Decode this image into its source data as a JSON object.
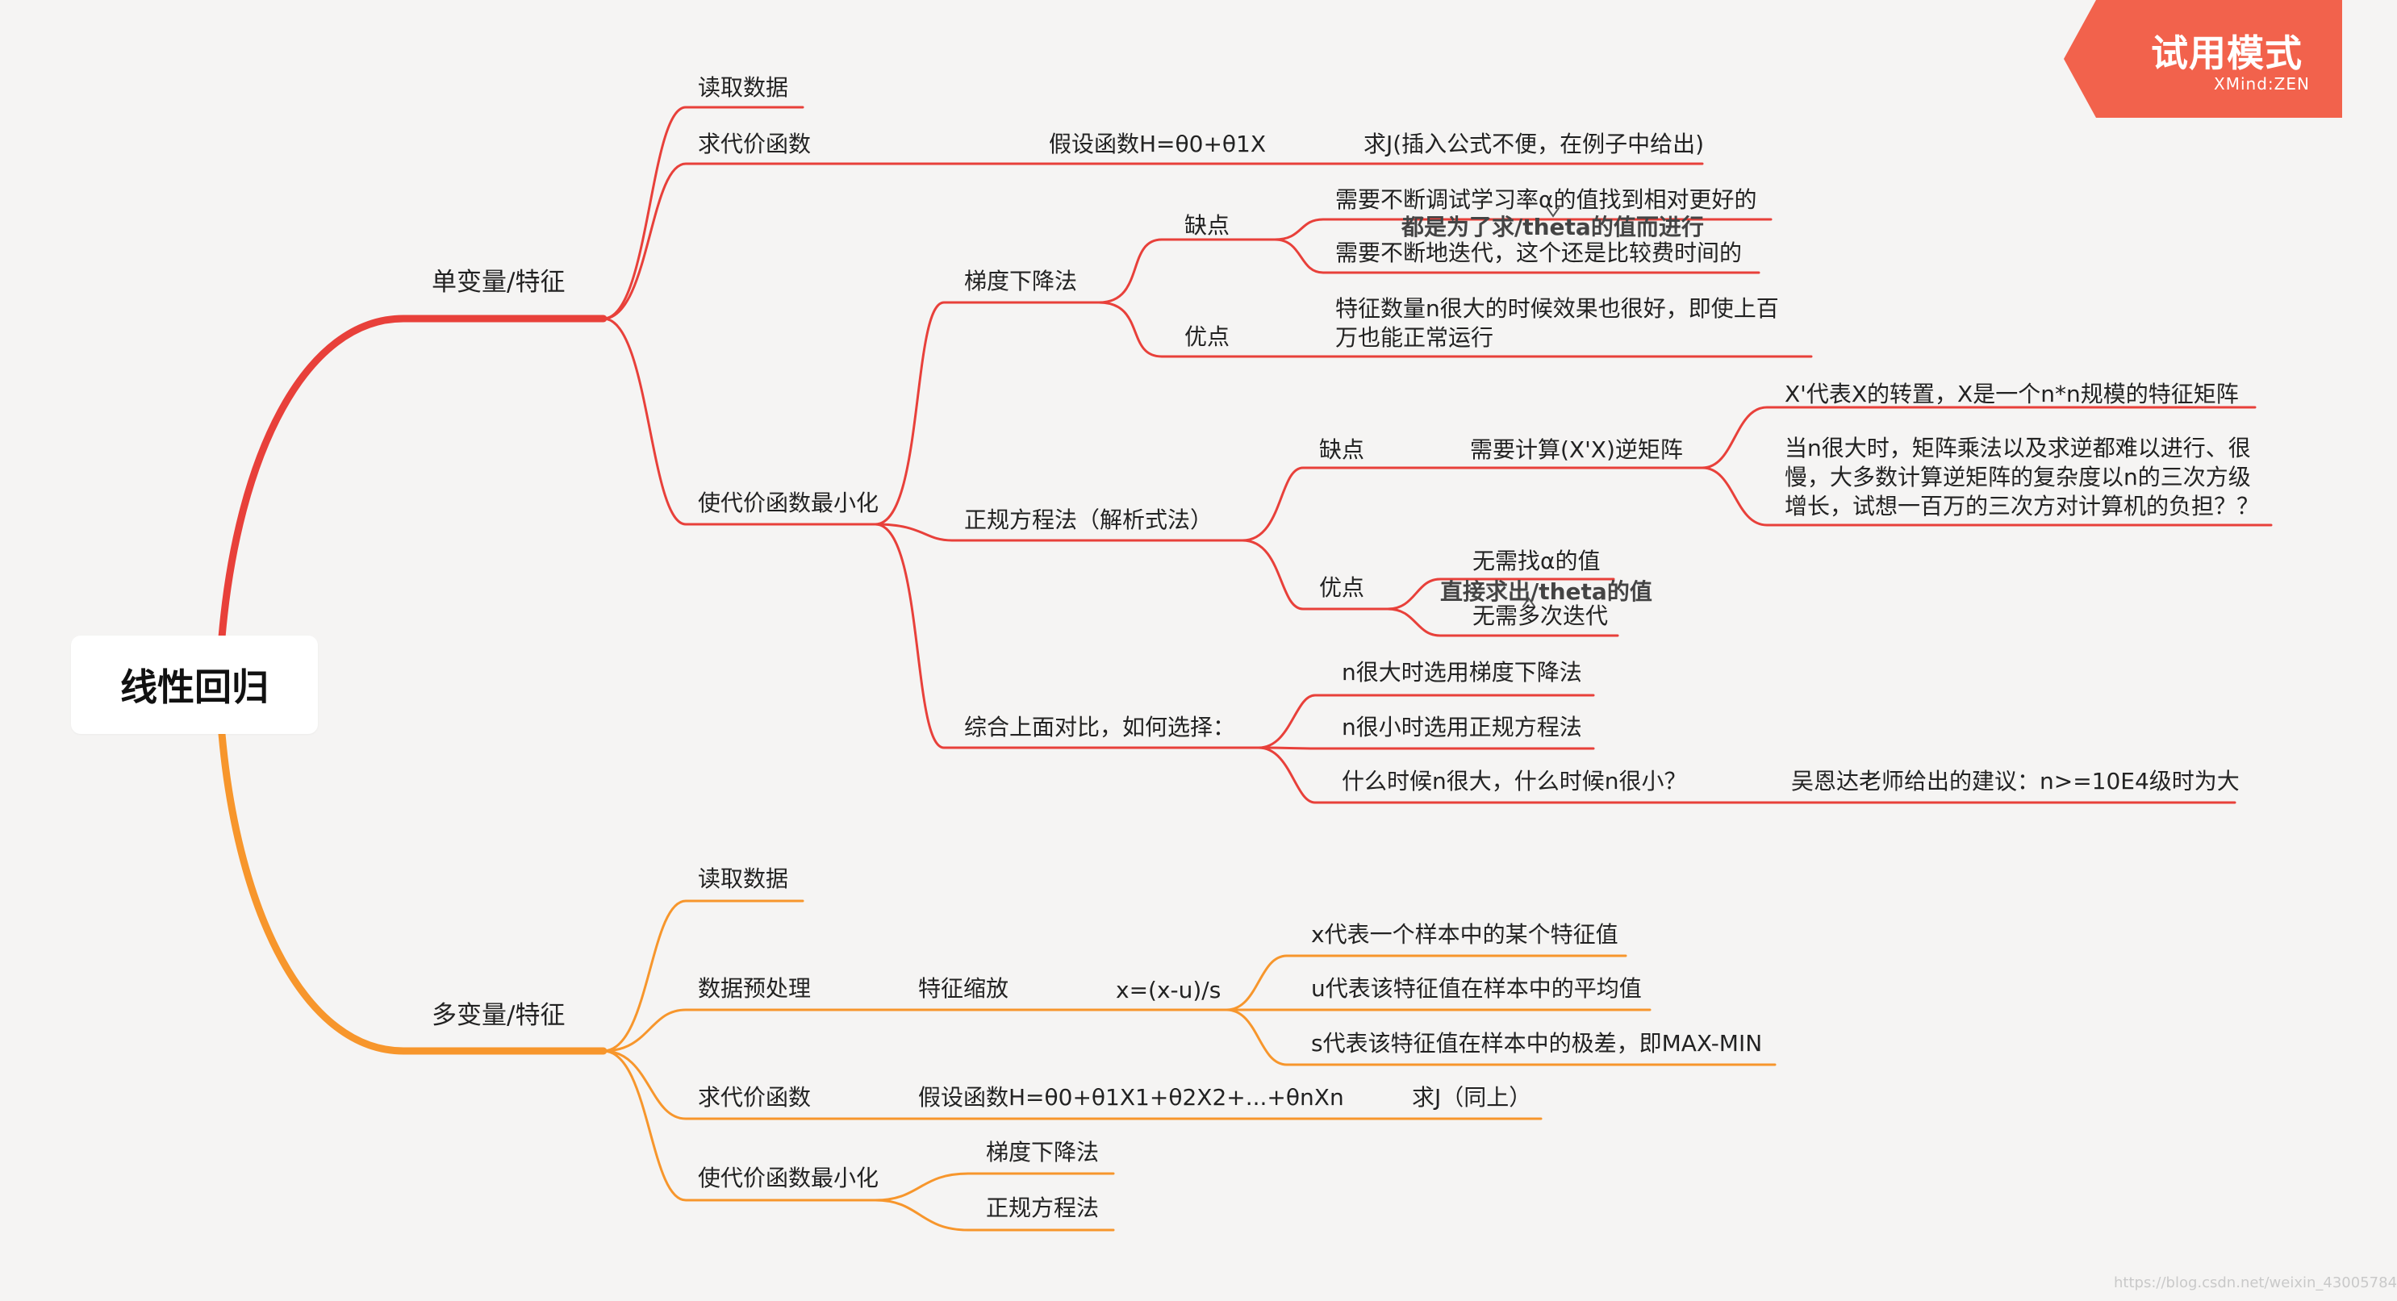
{
  "root": "线性回归",
  "trial_badge": {
    "title": "试用模式",
    "subtitle": "XMind:ZEN"
  },
  "watermark": "https://blog.csdn.net/weixin_43005784",
  "colors": {
    "upper_branch": "#e8403a",
    "lower_branch": "#f7962c",
    "badge": "#f2624c",
    "background": "#f5f4f3"
  },
  "upper": {
    "label": "单变量/特征",
    "read_data": "读取数据",
    "cost": {
      "label": "求代价函数",
      "hypothesis": "假设函数H=θ0+θ1X",
      "solve": "求J(插入公式不便，在例子中给出)"
    },
    "minimize": {
      "label": "使代价函数最小化",
      "gd": {
        "label": "梯度下降法",
        "cons_label": "缺点",
        "cons": [
          "需要不断调试学习率α的值找到相对更好的",
          "需要不断地迭代，这个还是比较费时间的"
        ],
        "cons_note": "都是为了求/theta的值而进行",
        "pros_label": "优点",
        "pros": "特征数量n很大的时候效果也很好，即使上百万也能正常运行"
      },
      "ne": {
        "label": "正规方程法（解析式法）",
        "cons_label": "缺点",
        "cons": "需要计算(X'X)逆矩阵",
        "cons_details": [
          "X'代表X的转置，X是一个n*n规模的特征矩阵",
          "当n很大时，矩阵乘法以及求逆都难以进行、很慢，大多数计算逆矩阵的复杂度以n的三次方级增长，试想一百万的三次方对计算机的负担？？"
        ],
        "pros_label": "优点",
        "pros": [
          "无需找α的值",
          "无需多次迭代"
        ],
        "pros_note": "直接求出/theta的值"
      },
      "compare": {
        "label": "综合上面对比，如何选择：",
        "items": [
          "n很大时选用梯度下降法",
          "n很小时选用正规方程法",
          "什么时候n很大，什么时候n很小？"
        ],
        "advice": "吴恩达老师给出的建议：n>=10E4级时为大"
      }
    }
  },
  "lower": {
    "label": "多变量/特征",
    "read_data": "读取数据",
    "preprocess": {
      "label": "数据预处理",
      "scaling": "特征缩放",
      "formula": "x=(x-u)/s",
      "details": [
        "x代表一个样本中的某个特征值",
        "u代表该特征值在样本中的平均值",
        "s代表该特征值在样本中的极差，即MAX-MIN"
      ]
    },
    "cost": {
      "label": "求代价函数",
      "hypothesis": "假设函数H=θ0+θ1X1+θ2X2+...+θnXn",
      "solve": "求J（同上）"
    },
    "minimize": {
      "label": "使代价函数最小化",
      "methods": [
        "梯度下降法",
        "正规方程法"
      ]
    }
  }
}
